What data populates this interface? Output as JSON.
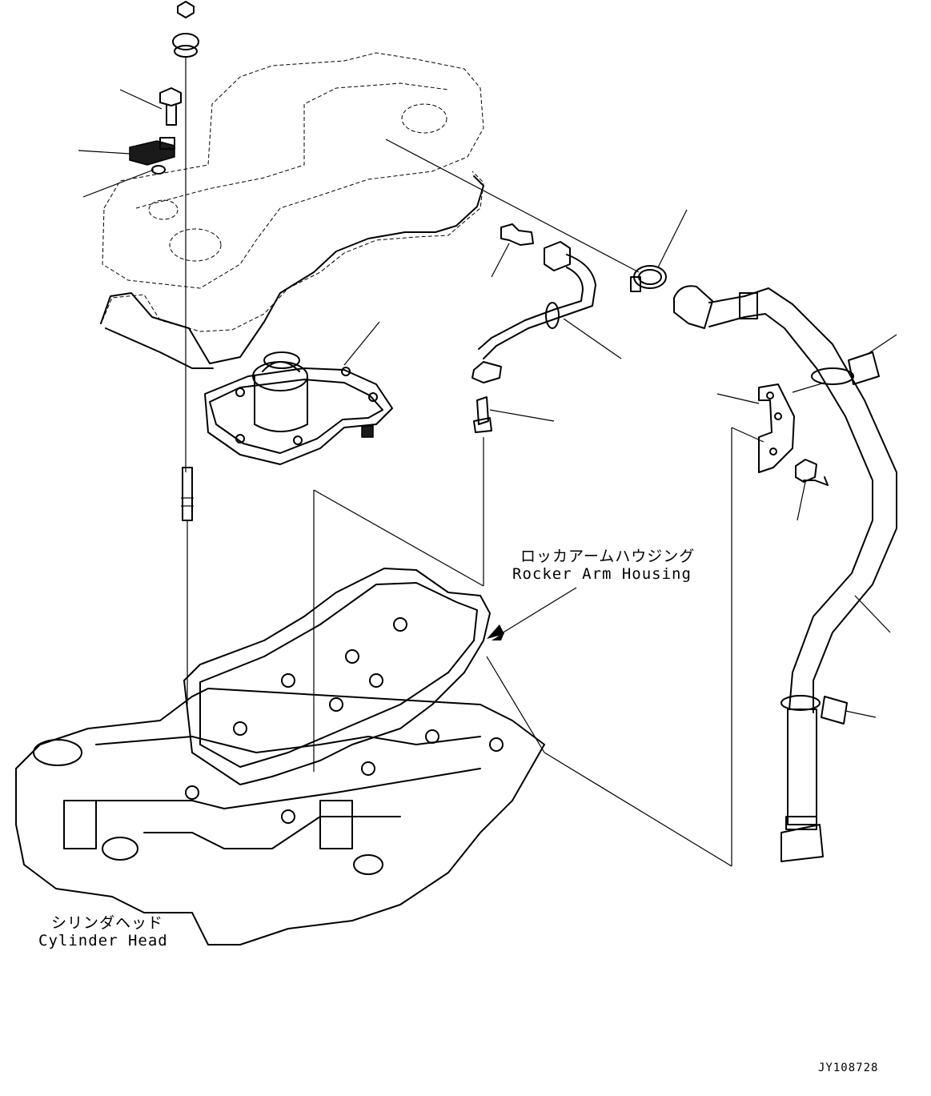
{
  "labels": {
    "rocker_arm_housing_jp": "ロッカアームハウジング",
    "rocker_arm_housing_en": "Rocker Arm Housing",
    "cylinder_head_jp": "シリンダヘッド",
    "cylinder_head_en": "Cylinder Head"
  },
  "drawing_number": "JY108728"
}
